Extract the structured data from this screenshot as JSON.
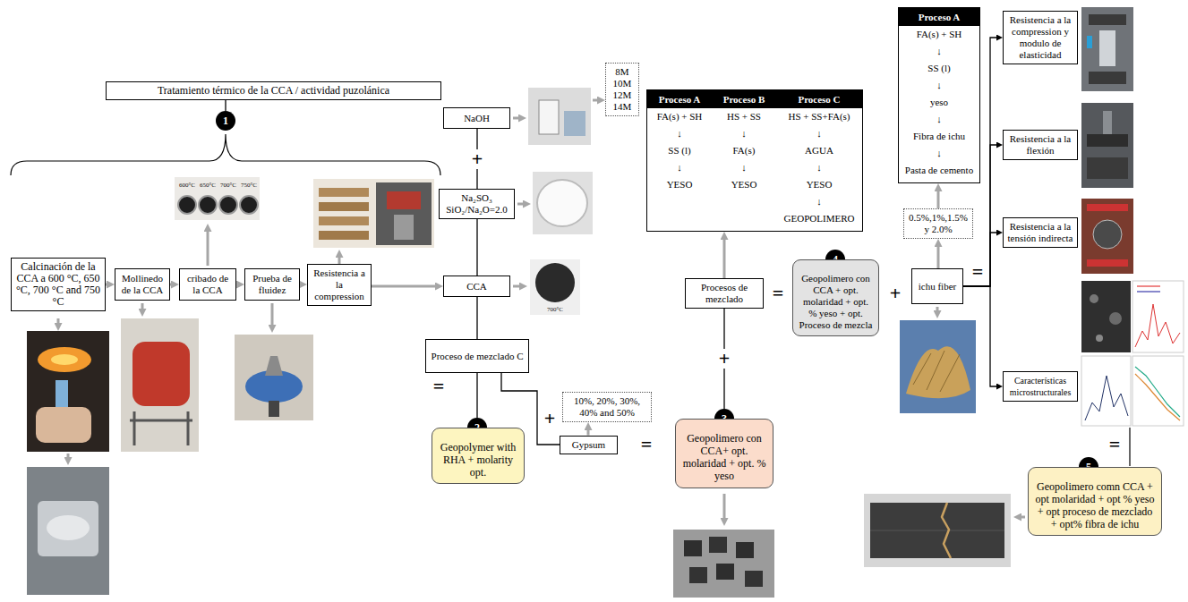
{
  "diagram": {
    "nodes": [
      {
        "text": [
          "Tratamiento térmico de la CCA / actividad puzolánica"
        ]
      },
      {
        "text": [
          "1"
        ]
      },
      {
        "text": [
          "Calcinación de la CCA a 600 °C, 650 °C, 700 °C and 750 °C"
        ]
      },
      {
        "text": [
          "Mollinedo de la CCA"
        ]
      },
      {
        "text": [
          "cribado de la CCA"
        ]
      },
      {
        "text": [
          "Prueba de fluidez"
        ]
      },
      {
        "text": [
          "Resistencia a la compression"
        ]
      },
      {
        "text": [
          "NaOH"
        ]
      },
      {
        "text": [
          "8M 10M 12M 14M"
        ]
      },
      {
        "text": [
          "Na₂SO₃",
          "SiO₂/Na₂O=2.0"
        ]
      },
      {
        "text": [
          "CCA"
        ]
      },
      {
        "text": [
          "Proceso de mezclado C"
        ]
      },
      {
        "text": [
          "2"
        ]
      },
      {
        "text": [
          "Geopolymer with RHA + molarity opt."
        ]
      },
      {
        "text": [
          "10%, 20%, 30%, 40% and 50%"
        ]
      },
      {
        "text": [
          "Gypsum"
        ]
      },
      {
        "text": [
          "Proceso A",
          "FA(s) + SH",
          "↓",
          "SS (l)",
          "↓",
          "YESO",
          "Proceso B",
          "HS + SS",
          "↓",
          "FA(s)",
          "↓",
          "YESO",
          "Proceso C",
          "HS + SS+FA(s)",
          "↓",
          "AGUA",
          "↓",
          "YESO",
          "↓",
          "GEOPOLIMERO"
        ]
      },
      {
        "text": [
          "Procesos de mezclado"
        ]
      },
      {
        "text": [
          "3"
        ]
      },
      {
        "text": [
          "Geopolimero con CCA+ opt. molaridad + opt. % yeso"
        ]
      },
      {
        "text": [
          "4"
        ]
      },
      {
        "text": [
          "Geopolimero con CCA + opt. molaridad + opt. % yeso + opt. Proceso de mezcla"
        ]
      },
      {
        "text": [
          "Proceso A",
          "FA(s) + SH",
          "↓",
          "SS (l)",
          "↓",
          "yeso",
          "↓",
          "Fibra de ichu",
          "↓",
          "Pasta de cemento"
        ]
      },
      {
        "text": [
          "0.5%,1%,1.5% y 2.0%"
        ]
      },
      {
        "text": [
          "ichu fiber"
        ]
      },
      {
        "text": [
          "Resistencia a la compression y modulo de elasticidad"
        ]
      },
      {
        "text": [
          "Resistencia a la flexión"
        ]
      },
      {
        "text": [
          "Resistencia a la tensión indirecta"
        ]
      },
      {
        "text": [
          "Características microstructurales"
        ]
      },
      {
        "text": [
          "5"
        ]
      },
      {
        "text": [
          "Geopolimero comn CCA + opt molaridad + opt % yeso + opt proceso de mezclado + opt% fibra de ichu"
        ]
      }
    ],
    "edges": [
      {
        "from": 0,
        "to": 1,
        "arrow": "none"
      },
      {
        "from": 2,
        "to": 3,
        "arrow": "to"
      },
      {
        "from": 3,
        "to": 4,
        "arrow": "to"
      },
      {
        "from": 4,
        "to": 5,
        "arrow": "to"
      },
      {
        "from": 5,
        "to": 6,
        "arrow": "to"
      },
      {
        "from": 6,
        "to": 10,
        "arrow": "to"
      },
      {
        "from": 7,
        "to": 9,
        "label": "+",
        "arrow": "none"
      },
      {
        "from": 9,
        "to": 10,
        "arrow": "none"
      },
      {
        "from": 10,
        "to": 11,
        "arrow": "none"
      },
      {
        "from": 11,
        "to": 12,
        "arrow": "none"
      },
      {
        "from": 11,
        "to": 15,
        "arrow": "none"
      },
      {
        "from": 15,
        "to": 14,
        "arrow": "to"
      },
      {
        "from": 17,
        "to": 16,
        "arrow": "to"
      },
      {
        "from": 17,
        "to": 18,
        "label": "+",
        "arrow": "none"
      },
      {
        "from": 24,
        "to": 23,
        "arrow": "to"
      },
      {
        "from": 23,
        "to": 22,
        "arrow": "to"
      },
      {
        "from": 24,
        "to": 25,
        "arrow": "to"
      },
      {
        "from": 24,
        "to": 26,
        "arrow": "to"
      },
      {
        "from": 24,
        "to": 27,
        "arrow": "to"
      },
      {
        "from": 24,
        "to": 28,
        "arrow": "to"
      }
    ],
    "labels": [
      "600°C",
      "650°C",
      "700°C",
      "750°C",
      "700°C",
      "=",
      "+",
      "=",
      "=",
      "+",
      "=",
      "="
    ]
  }
}
